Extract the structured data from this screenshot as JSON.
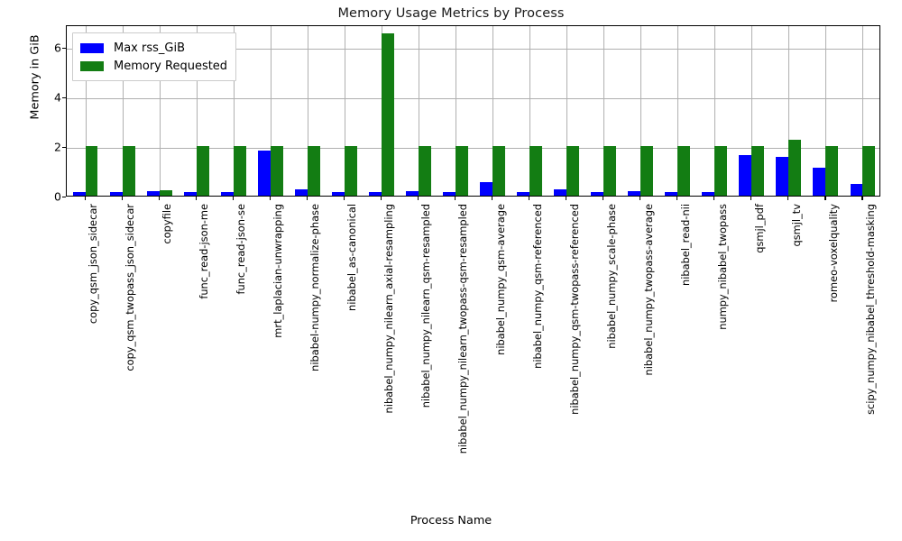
{
  "chart_data": {
    "type": "bar",
    "title": "Memory Usage Metrics by Process",
    "xlabel": "Process Name",
    "ylabel": "Memory in GiB",
    "ylim": [
      0,
      6.9
    ],
    "yticks": [
      0,
      2,
      4,
      6
    ],
    "ytick_labels": [
      "0",
      "2",
      "4",
      "6"
    ],
    "grid": true,
    "legend_position": "upper left",
    "categories": [
      "copy_qsm_json_sidecar",
      "copy_qsm_twopass_json_sidecar",
      "copyfile",
      "func_read-json-me",
      "func_read-json-se",
      "mrt_laplacian-unwrapping",
      "nibabel-numpy_normalize-phase",
      "nibabel_as-canonical",
      "nibabel_numpy_nilearn_axial-resampling",
      "nibabel_numpy_nilearn_qsm-resampled",
      "nibabel_numpy_nilearn_twopass-qsm-resampled",
      "nibabel_numpy_qsm-average",
      "nibabel_numpy_qsm-referenced",
      "nibabel_numpy_qsm-twopass-referenced",
      "nibabel_numpy_scale-phase",
      "nibabel_numpy_twopass-average",
      "nibabel_read-nii",
      "numpy_nibabel_twopass",
      "qsmjl_pdf",
      "qsmjl_tv",
      "romeo-voxelquality",
      "scipy_numpy_nibabel_threshold-masking"
    ],
    "series": [
      {
        "name": "Max rss_GiB",
        "color": "#0000ff",
        "values": [
          0.13,
          0.14,
          0.18,
          0.14,
          0.13,
          1.8,
          0.25,
          0.13,
          0.13,
          0.18,
          0.13,
          0.55,
          0.13,
          0.24,
          0.13,
          0.17,
          0.13,
          0.13,
          1.65,
          1.55,
          1.14,
          0.46
        ]
      },
      {
        "name": "Memory Requested",
        "color": "#137d13",
        "values": [
          2.0,
          2.0,
          0.23,
          2.0,
          2.0,
          2.0,
          2.0,
          2.0,
          6.55,
          2.0,
          2.0,
          2.0,
          2.0,
          2.0,
          2.0,
          2.0,
          2.0,
          2.0,
          2.0,
          2.25,
          2.0,
          2.0
        ]
      }
    ]
  }
}
